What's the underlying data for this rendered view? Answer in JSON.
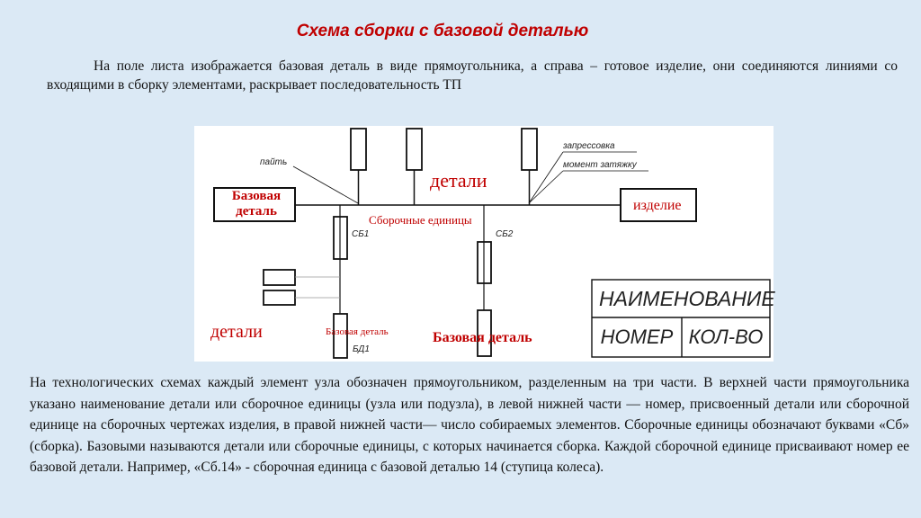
{
  "title": "Схема сборки с базовой деталью",
  "intro": "На поле листа изображается базовая деталь в виде прямоугольника, а справа – готовое изделие, они соединяются линиями со входящими в сборку элементами, раскрывает последовательность ТП",
  "diagram": {
    "base_part": "Базовая деталь",
    "product": "изделие",
    "details_top": "детали",
    "assembly_units": "Сборочные единицы",
    "solder": "пайть",
    "press_fit": "запрессовка",
    "torque": "момент затяжку",
    "sb1": "СБ1",
    "sb2": "СБ2",
    "details_left": "детали",
    "base_part_small": "Базовая деталь",
    "bd1": "БД1",
    "base_part_bottom": "Базовая деталь",
    "legend": {
      "name": "НАИМЕНОВАНИЕ",
      "number": "НОМЕР",
      "qty": "КОЛ-ВО"
    }
  },
  "body_text": "На технологических схемах каждый элемент узла обозначен прямоугольником, разделенным на три части. В верхней части прямоугольника указано наименование детали или сборочное единицы (узла или подузла), в левой нижней части — номер, присвоенный детали или сборочной единице на сборочных чертежах изделия, в правой нижней части— число собираемых элементов. Сборочные единицы обозначают буквами «Сб» (сборка). Базовыми называются детали или сборочные единицы, с которых начинается сборка. Каждой сборочной единице присваивают номер ее базовой детали. Например, «Сб.14» - сборочная единица с базовой деталью 14 (ступица колеса)."
}
